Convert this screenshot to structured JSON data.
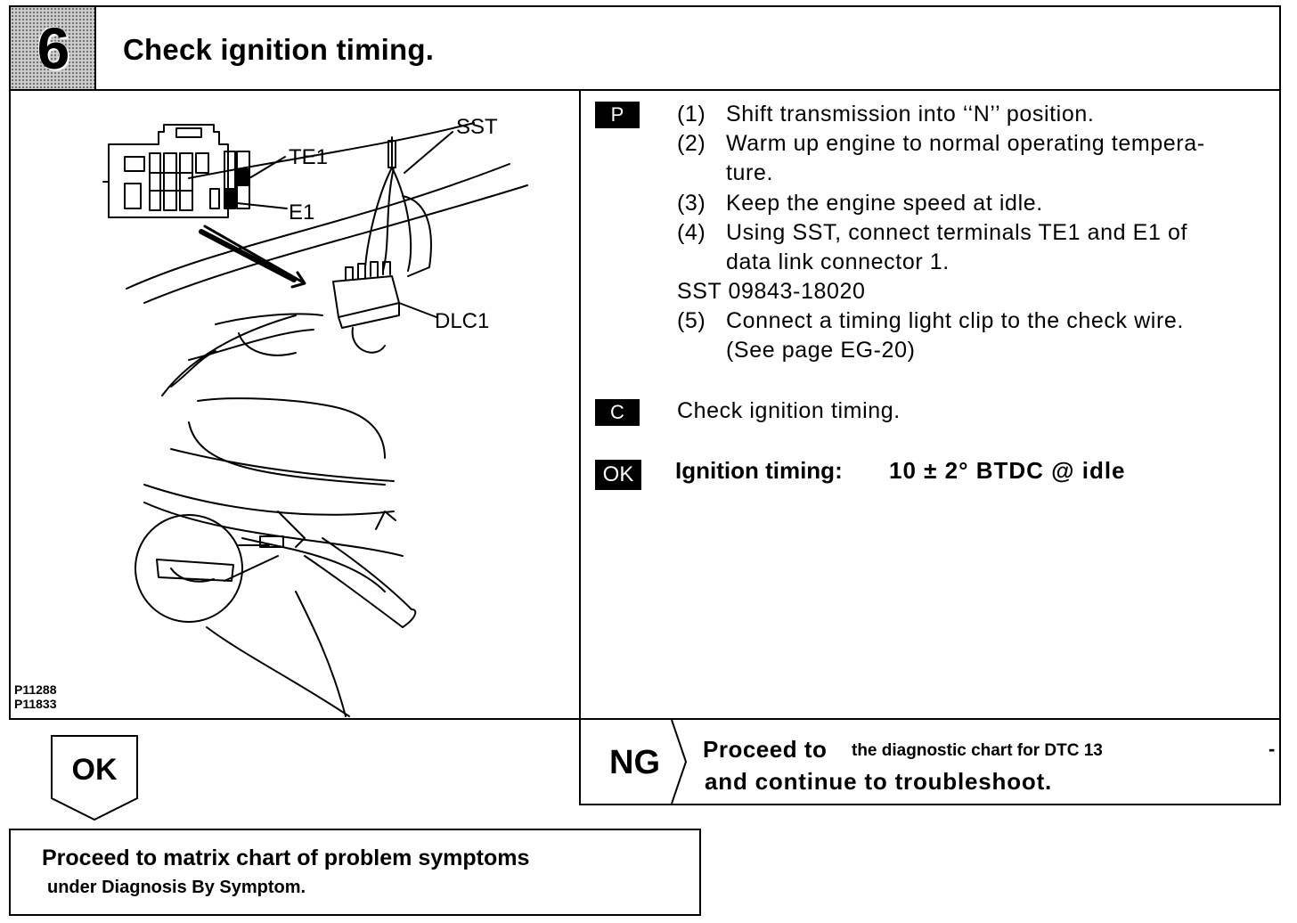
{
  "header": {
    "step_number": "6",
    "title": "Check ignition timing."
  },
  "illustration": {
    "labels": {
      "sst": "SST",
      "te1": "TE1",
      "e1": "E1",
      "dlc1": "DLC1"
    },
    "figure_codes": [
      "P11288",
      "P11833"
    ]
  },
  "prepare": {
    "badge": "P",
    "steps": [
      {
        "num": "(1)",
        "lines": [
          "Shift transmission into ‘‘N’’ position."
        ]
      },
      {
        "num": "(2)",
        "lines": [
          "Warm up engine to normal operating tempera-",
          "ture."
        ]
      },
      {
        "num": "(3)",
        "lines": [
          "Keep the engine speed at idle."
        ]
      },
      {
        "num": "(4)",
        "lines": [
          "Using SST, connect terminals TE1 and E1 of",
          "data link connector 1."
        ]
      }
    ],
    "sst_line": "SST 09843-18020",
    "step5": {
      "num": "(5)",
      "lines": [
        "Connect a timing light clip to the check wire.",
        "(See page EG-20)"
      ]
    }
  },
  "check": {
    "badge": "C",
    "text": "Check ignition timing."
  },
  "ok_spec": {
    "badge": "OK",
    "label": "Ignition timing:",
    "value": "10 ± 2° BTDC @ idle"
  },
  "ng": {
    "label": "NG",
    "line1_part1": "Proceed to",
    "line1_part2": "the diagnostic chart for DTC 13",
    "line2": "and continue to troubleshoot.",
    "trailing_mark": "-"
  },
  "ok_result": {
    "label": "OK",
    "line1": "Proceed to matrix chart of problem symptoms",
    "line2": "under Diagnosis By Symptom."
  }
}
